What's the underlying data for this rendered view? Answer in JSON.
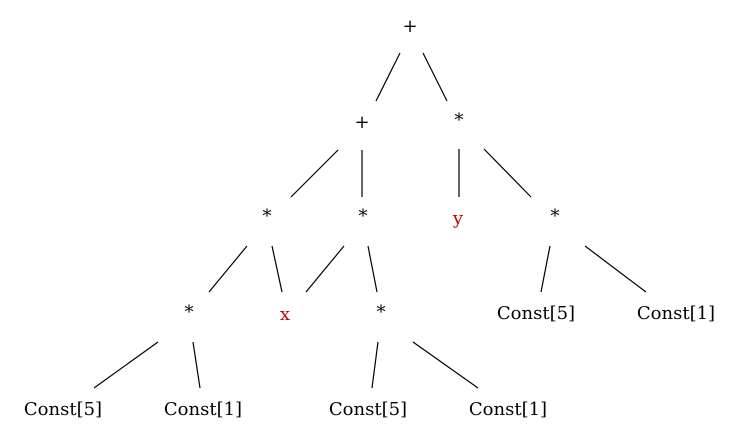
{
  "colors": {
    "operator": "#000000",
    "variable": "#cc0000",
    "edge": "#000000"
  },
  "nodes": [
    {
      "id": "n0",
      "label": "+",
      "kind": "operator"
    },
    {
      "id": "n1",
      "label": "+",
      "kind": "operator"
    },
    {
      "id": "n2",
      "label": "*",
      "kind": "operator"
    },
    {
      "id": "n3",
      "label": "*",
      "kind": "operator"
    },
    {
      "id": "n4",
      "label": "*",
      "kind": "operator"
    },
    {
      "id": "n5",
      "label": "y",
      "kind": "variable"
    },
    {
      "id": "n6",
      "label": "*",
      "kind": "operator"
    },
    {
      "id": "n7",
      "label": "*",
      "kind": "operator"
    },
    {
      "id": "n8",
      "label": "x",
      "kind": "variable"
    },
    {
      "id": "n9",
      "label": "*",
      "kind": "operator"
    },
    {
      "id": "n10",
      "label": "Const[5]",
      "kind": "constant"
    },
    {
      "id": "n11",
      "label": "Const[1]",
      "kind": "constant"
    },
    {
      "id": "n12",
      "label": "Const[5]",
      "kind": "constant"
    },
    {
      "id": "n13",
      "label": "Const[1]",
      "kind": "constant"
    },
    {
      "id": "n14",
      "label": "Const[5]",
      "kind": "constant"
    },
    {
      "id": "n15",
      "label": "Const[1]",
      "kind": "constant"
    }
  ],
  "edges": [
    {
      "from": "n0",
      "to": "n1"
    },
    {
      "from": "n0",
      "to": "n2"
    },
    {
      "from": "n1",
      "to": "n3"
    },
    {
      "from": "n1",
      "to": "n4"
    },
    {
      "from": "n2",
      "to": "n5"
    },
    {
      "from": "n2",
      "to": "n6"
    },
    {
      "from": "n3",
      "to": "n7"
    },
    {
      "from": "n3",
      "to": "n8"
    },
    {
      "from": "n4",
      "to": "n8"
    },
    {
      "from": "n4",
      "to": "n9"
    },
    {
      "from": "n6",
      "to": "n12"
    },
    {
      "from": "n6",
      "to": "n13"
    },
    {
      "from": "n7",
      "to": "n10"
    },
    {
      "from": "n7",
      "to": "n11"
    },
    {
      "from": "n9",
      "to": "n14"
    },
    {
      "from": "n9",
      "to": "n15"
    }
  ]
}
